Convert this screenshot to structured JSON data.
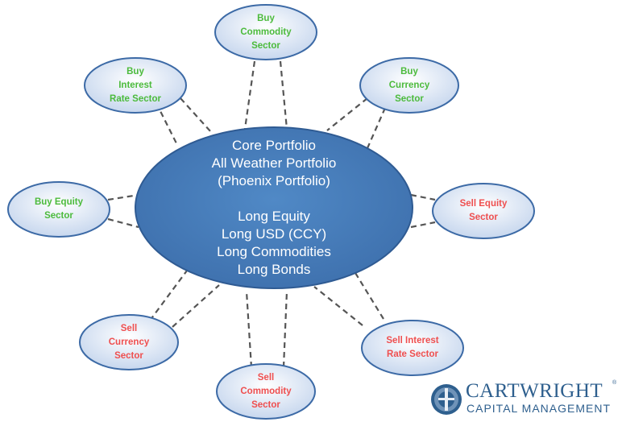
{
  "core": {
    "lines_top": [
      "Core Portfolio",
      "All Weather Portfolio",
      "(Phoenix Portfolio)"
    ],
    "lines_bottom": [
      "Long Equity",
      "Long USD (CCY)",
      "Long Commodities",
      "Long Bonds"
    ]
  },
  "nodes": {
    "buy_commodity": {
      "lines": [
        "Buy",
        "Commodity",
        "Sector"
      ]
    },
    "buy_interest": {
      "lines": [
        "Buy",
        "Interest",
        "Rate Sector"
      ]
    },
    "buy_currency": {
      "lines": [
        "Buy",
        "Currency",
        "Sector"
      ]
    },
    "buy_equity": {
      "lines": [
        "Buy Equity",
        "Sector"
      ]
    },
    "sell_equity": {
      "lines": [
        "Sell Equity",
        "Sector"
      ]
    },
    "sell_currency": {
      "lines": [
        "Sell",
        "Currency",
        "Sector"
      ]
    },
    "sell_interest": {
      "lines": [
        "Sell Interest",
        "Rate Sector"
      ]
    },
    "sell_commodity": {
      "lines": [
        "Sell",
        "Commodity",
        "Sector"
      ]
    }
  },
  "logo": {
    "name": "CARTWRIGHT",
    "registered": "®",
    "subtitle": "CAPITAL MANAGEMENT"
  },
  "colors": {
    "core_fill": "#4a7ebb",
    "node_fill": "#dbe5f1",
    "node_stroke": "#3c6aa6",
    "buy_text": "#4cbb3c",
    "sell_text": "#ef4f4f",
    "connector": "#555555"
  }
}
